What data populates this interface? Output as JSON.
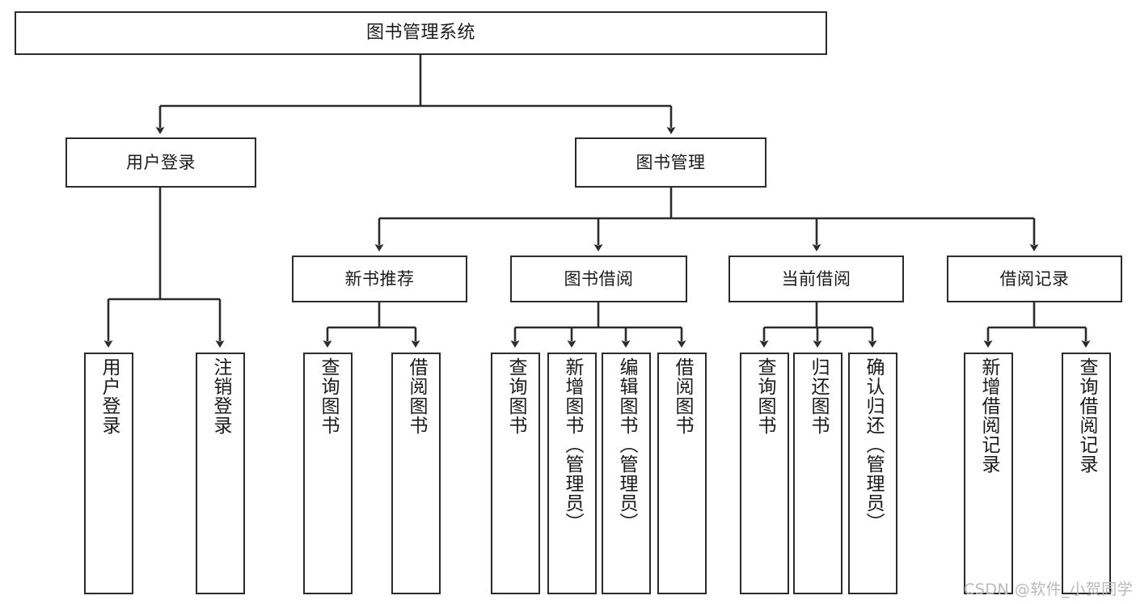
{
  "diagram": {
    "title": "图书管理系统",
    "type": "tree-hierarchy-diagram",
    "colors": {
      "box_border": "#2b2b2b",
      "box_fill": "#ffffff",
      "connector": "#2b2b2b",
      "background": "#ffffff",
      "watermark": "#b9b9b9"
    },
    "root": {
      "label": "图书管理系统"
    },
    "level2": [
      {
        "label": "用户登录"
      },
      {
        "label": "图书管理"
      }
    ],
    "level3": [
      {
        "label": "新书推荐"
      },
      {
        "label": "图书借阅"
      },
      {
        "label": "当前借阅"
      },
      {
        "label": "借阅记录"
      }
    ],
    "leaves": {
      "user_login": [
        {
          "label": "用户登录"
        },
        {
          "label": "注销登录"
        }
      ],
      "new_book_recommend": [
        {
          "label": "查询图书"
        },
        {
          "label": "借阅图书"
        }
      ],
      "book_borrow": [
        {
          "label": "查询图书"
        },
        {
          "label": "新增图书（管理员）"
        },
        {
          "label": "编辑图书（管理员）"
        },
        {
          "label": "借阅图书"
        }
      ],
      "current_borrow": [
        {
          "label": "查询图书"
        },
        {
          "label": "归还图书"
        },
        {
          "label": "确认归还（管理员）"
        }
      ],
      "borrow_record": [
        {
          "label": "新增借阅记录"
        },
        {
          "label": "查询借阅记录"
        }
      ]
    },
    "watermark": "CSDN @软件_小贺同学"
  }
}
